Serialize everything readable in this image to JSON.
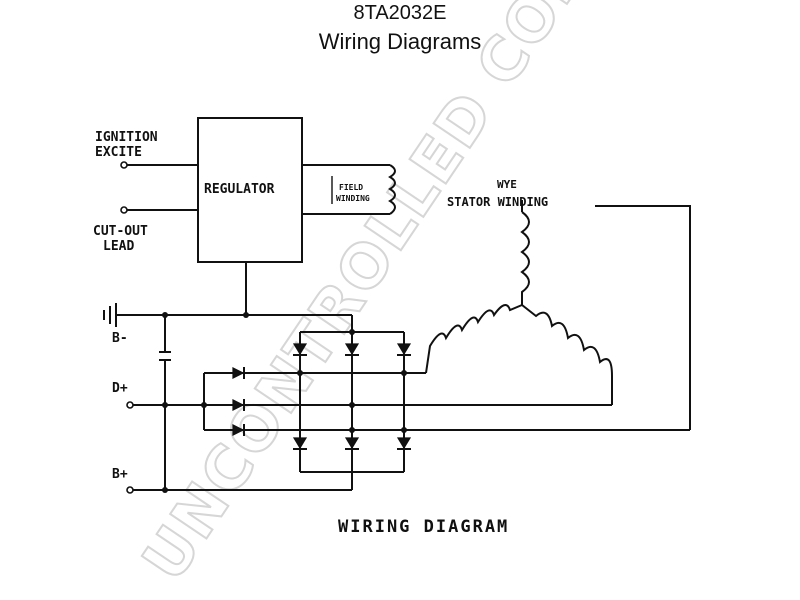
{
  "header": {
    "part_number": "8TA2032E",
    "heading": "Wiring Diagrams"
  },
  "diagram": {
    "labels": {
      "ignition_line1": "IGNITION",
      "ignition_line2": "EXCITE",
      "cutout_line1": "CUT-OUT",
      "cutout_line2": "LEAD",
      "regulator": "REGULATOR",
      "field_line1": "FIELD",
      "field_line2": "WINDING",
      "wye": "WYE",
      "stator": "STATOR WINDING",
      "b_minus": "B-",
      "d_plus": "D+",
      "b_plus": "B+",
      "caption": "WIRING DIAGRAM"
    }
  },
  "watermark": "UNCONTROLLED COPY"
}
